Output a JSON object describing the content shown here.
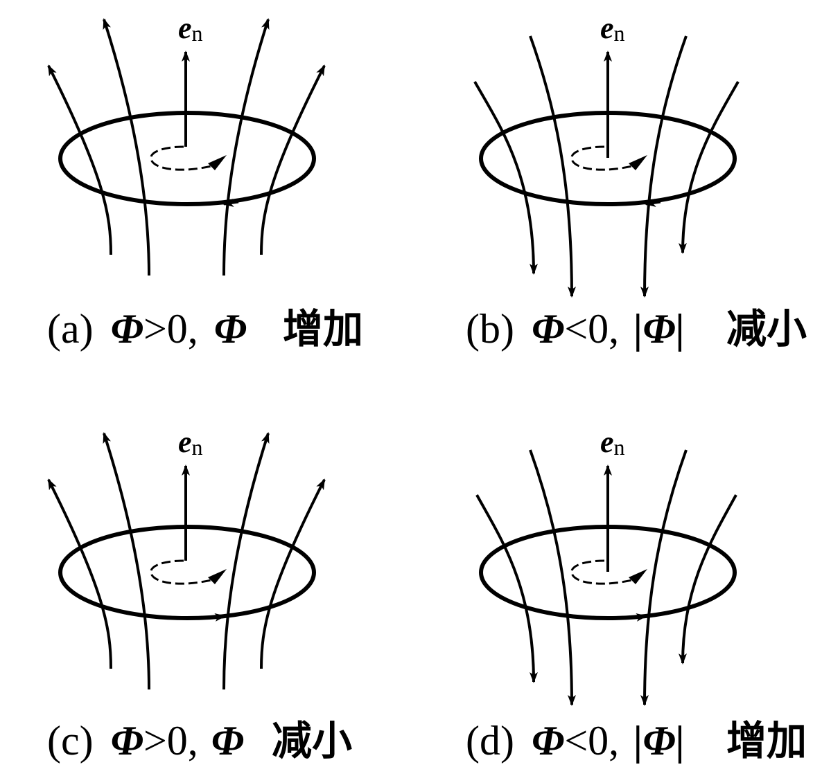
{
  "normal_symbol": "e",
  "normal_subscript": "n",
  "flux_symbol": "Φ",
  "panels": [
    {
      "id": "a",
      "label_letter": "(a)",
      "relation": ">0,",
      "flux_display": "Φ",
      "change": "增加",
      "field_direction": "up",
      "induced_arrow": "left-on-front",
      "flux_sign": "positive",
      "flux_trend": "increasing"
    },
    {
      "id": "b",
      "label_letter": "(b)",
      "relation": "<0,",
      "flux_display": "|Φ|",
      "change": "减小",
      "field_direction": "down",
      "induced_arrow": "left-on-front",
      "flux_sign": "negative",
      "flux_trend": "decreasing"
    },
    {
      "id": "c",
      "label_letter": "(c)",
      "relation": ">0,",
      "flux_display": "Φ",
      "change": "减小",
      "field_direction": "up",
      "induced_arrow": "right-on-front",
      "flux_sign": "positive",
      "flux_trend": "decreasing"
    },
    {
      "id": "d",
      "label_letter": "(d)",
      "relation": "<0,",
      "flux_display": "|Φ|",
      "change": "增加",
      "field_direction": "down",
      "induced_arrow": "right-on-front",
      "flux_sign": "negative",
      "flux_trend": "increasing"
    }
  ]
}
